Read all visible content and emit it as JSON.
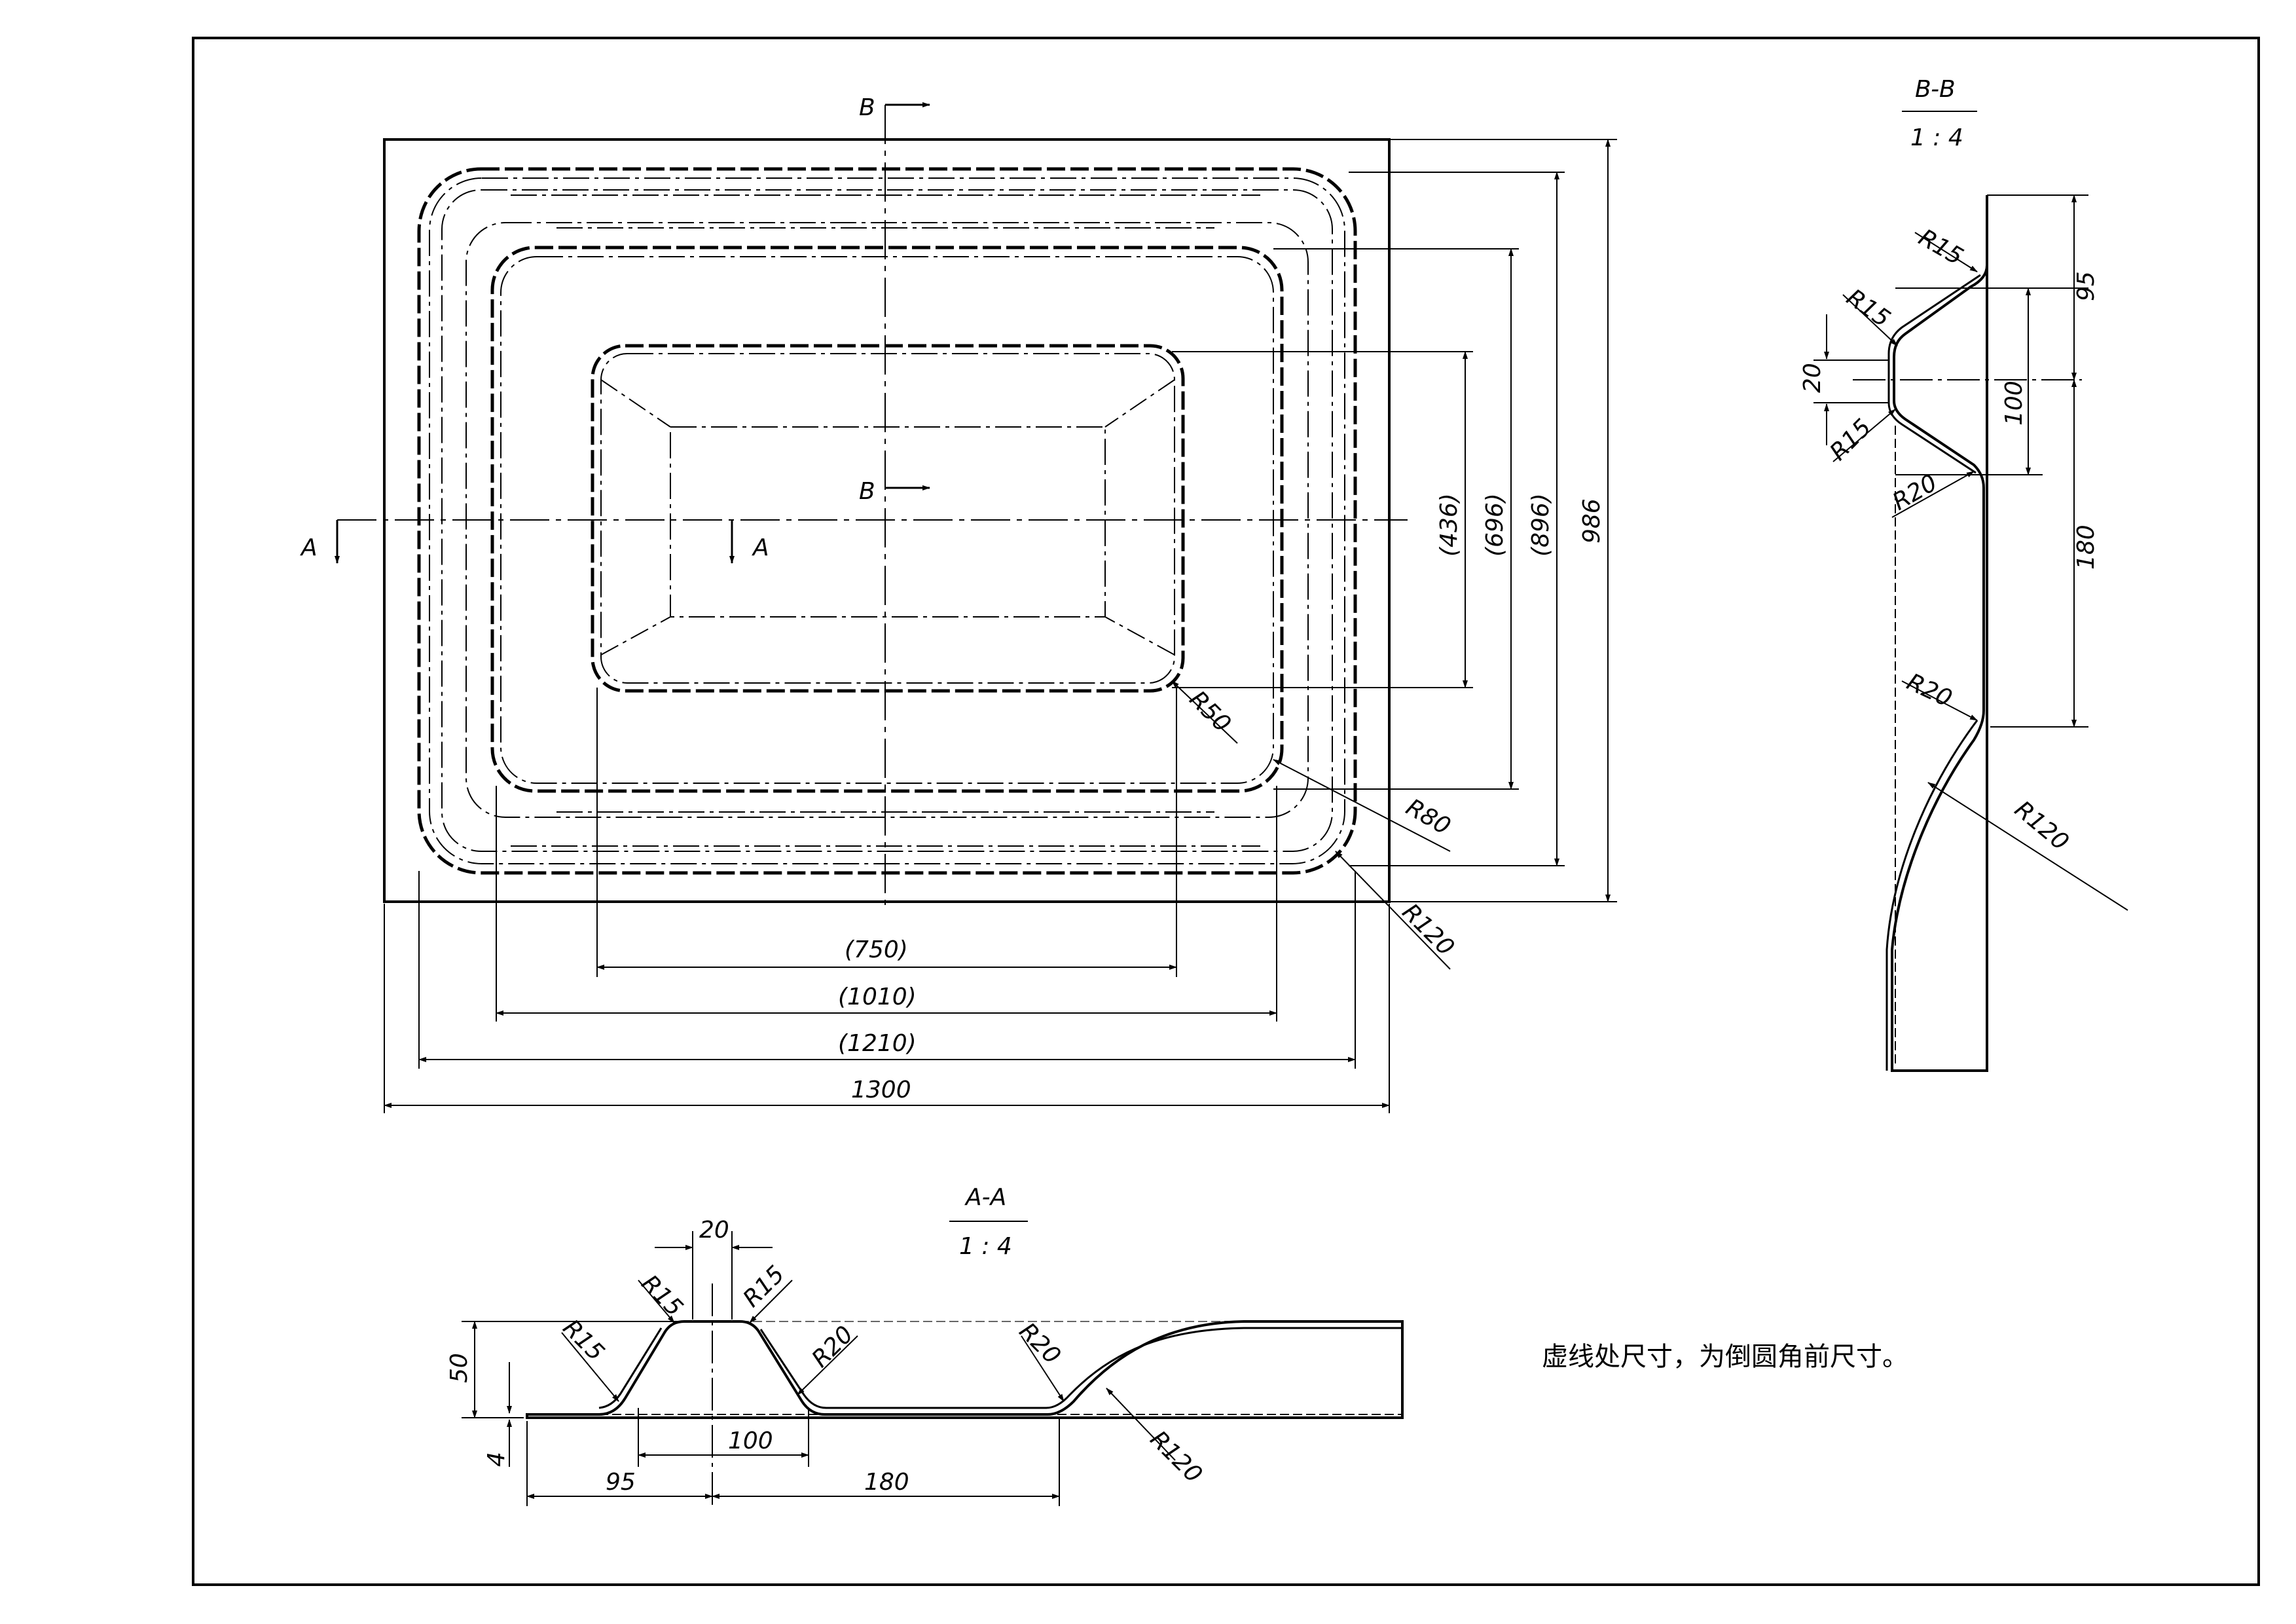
{
  "plan_view": {
    "section_mark_b": "B",
    "section_mark_a": "A",
    "dims": {
      "w_750": "(750)",
      "w_1010": "(1010)",
      "w_1210": "(1210)",
      "w_1300": "1300",
      "h_436": "(436)",
      "h_696": "(696)",
      "h_896": "(896)",
      "h_986": "986",
      "r_50": "R50",
      "r_80": "R80",
      "r_120": "R120"
    }
  },
  "section_aa": {
    "title": "A-A",
    "scale": "1 : 4",
    "dims": {
      "top_20": "20",
      "r15_left_top": "R15",
      "r15_right_top": "R15",
      "r15_left_bottom": "R15",
      "r20_a": "R20",
      "r20_b": "R20",
      "r120": "R120",
      "h_50": "50",
      "t_4": "4",
      "w_100": "100",
      "w_95": "95",
      "w_180": "180"
    }
  },
  "section_bb": {
    "title": "B-B",
    "scale": "1 : 4",
    "dims": {
      "r15_top": "R15",
      "r15_mid": "R15",
      "r15_low": "R15",
      "r20_a": "R20",
      "r20_b": "R20",
      "r120": "R120",
      "w_20": "20",
      "h_95": "95",
      "h_100": "100",
      "h_180": "180"
    }
  },
  "note": "虚线处尺寸，为倒圆角前尺寸。"
}
